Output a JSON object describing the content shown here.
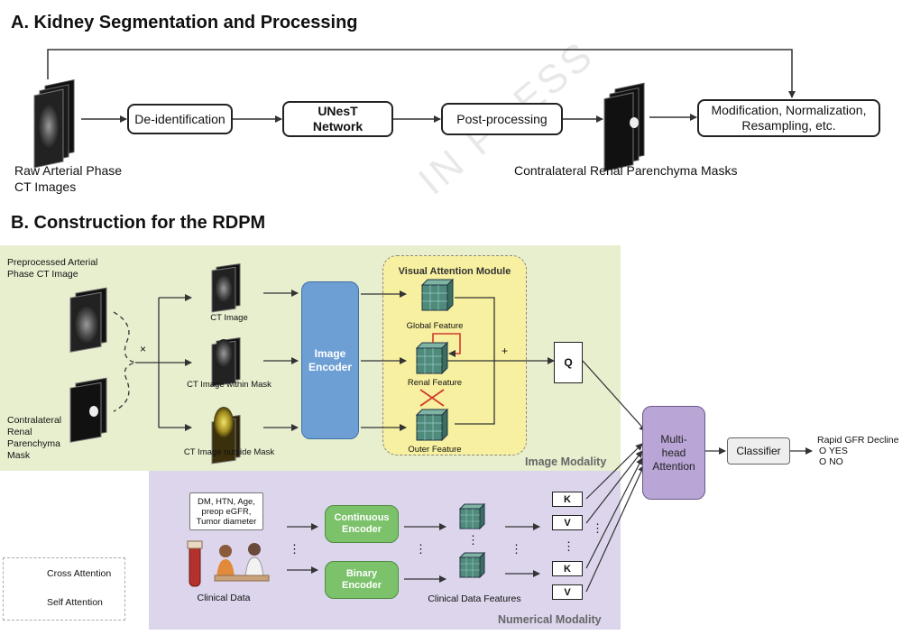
{
  "section_a": {
    "title": "A.  Kidney Segmentation and Processing",
    "raw_label": "Raw Arterial Phase\nCT Images",
    "deid": "De-identification",
    "unest": "UNesT\nNetwork",
    "postproc": "Post-processing",
    "modification": "Modification, Normalization,\nResampling, etc.",
    "masks_label": "Contralateral Renal Parenchyma Masks"
  },
  "section_b": {
    "title": "B. Construction for the RDPM",
    "pre_ct": "Preprocessed Arterial\nPhase CT Image",
    "contra_mask": "Contralateral\nRenal\nParenchyma\nMask",
    "multiply": "×",
    "ct_image": "CT Image",
    "ct_within": "CT Image within Mask",
    "ct_outside": "CT Image outside Mask",
    "image_encoder": "Image\nEncoder",
    "vam_title": "Visual Attention Module",
    "global_feature": "Global Feature",
    "renal_feature": "Renal Feature",
    "outer_feature": "Outer Feature",
    "plus": "+",
    "q": "Q",
    "image_modality": "Image Modality",
    "clinical_vars": "DM, HTN, Age,\npreop eGFR,\nTumor diameter",
    "clinical_data": "Clinical Data",
    "continuous_encoder": "Continuous\nEncoder",
    "binary_encoder": "Binary\nEncoder",
    "clinical_features": "Clinical Data Features",
    "k": "K",
    "v": "V",
    "numerical_modality": "Numerical Modality",
    "mha": "Multi-\nhead\nAttention",
    "classifier": "Classifier",
    "outcome_title": "Rapid GFR Decline",
    "outcome_yes": "O YES",
    "outcome_no": "O NO",
    "legend_cross": "Cross Attention",
    "legend_self": "Self Attention",
    "dots": "⋮"
  },
  "watermark": "IN PRESS",
  "colors": {
    "image_region": "#e7efcf",
    "numerical_region": "#dcd5ec",
    "vam_fill": "#f7f0a0",
    "image_encoder": "#6d9fd4",
    "clinical_encoder": "#7cc26b",
    "mha": "#b9a5d6",
    "feature_cube": "#4f8a7a",
    "cross_attention": "#d23a2a"
  }
}
